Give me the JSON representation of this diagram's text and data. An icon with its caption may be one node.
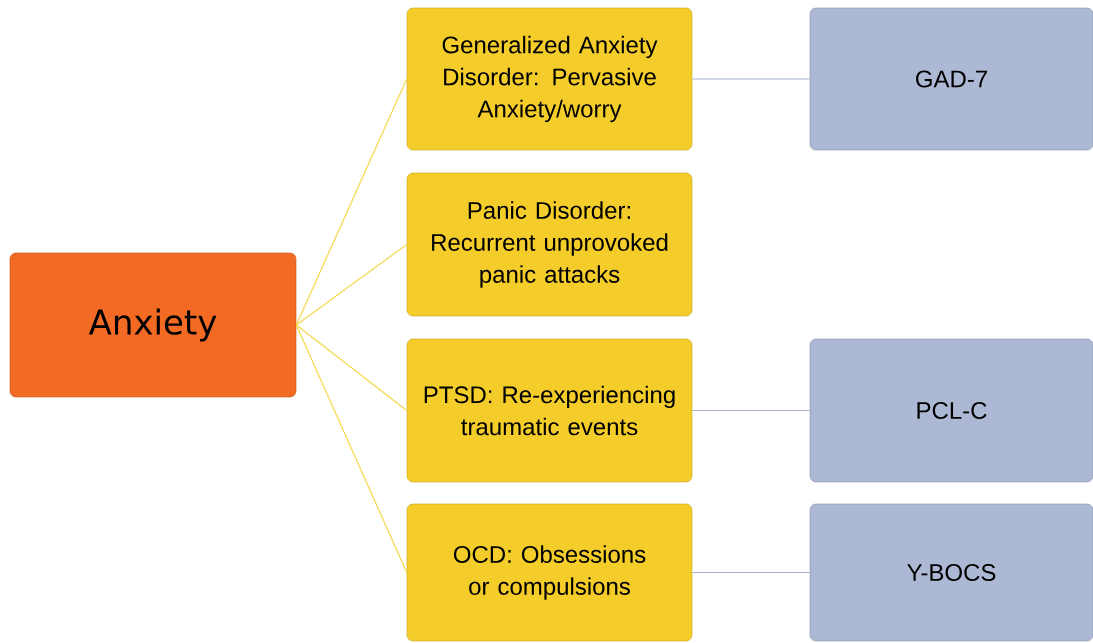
{
  "diagram": {
    "nodes": [
      {
        "text": [
          "Anxiety"
        ]
      },
      {
        "text": [
          "Generalized Anxiety Disorder: Pervasive Anxiety/worry"
        ]
      },
      {
        "text": [
          "GAD-7"
        ]
      },
      {
        "text": [
          "Panic Disorder: Recurrent unprovoked panic attacks"
        ]
      },
      {
        "text": [
          "PTSD: Re-experiencing traumatic events"
        ]
      },
      {
        "text": [
          "PCL-C"
        ]
      },
      {
        "text": [
          "OCD: Obsessions or compulsions"
        ]
      },
      {
        "text": [
          "Y-BOCS"
        ]
      }
    ],
    "edges": [
      {
        "from": 0,
        "to": 1,
        "arrow": "none"
      },
      {
        "from": 0,
        "to": 3,
        "arrow": "none"
      },
      {
        "from": 0,
        "to": 4,
        "arrow": "none"
      },
      {
        "from": 0,
        "to": 6,
        "arrow": "none"
      },
      {
        "from": 1,
        "to": 2,
        "arrow": "none",
        "color": "#a7b1cf"
      },
      {
        "from": 4,
        "to": 5,
        "arrow": "none",
        "color": "#a7b1cf"
      },
      {
        "from": 6,
        "to": 7,
        "arrow": "none",
        "color": "#a7b1cf"
      }
    ]
  }
}
